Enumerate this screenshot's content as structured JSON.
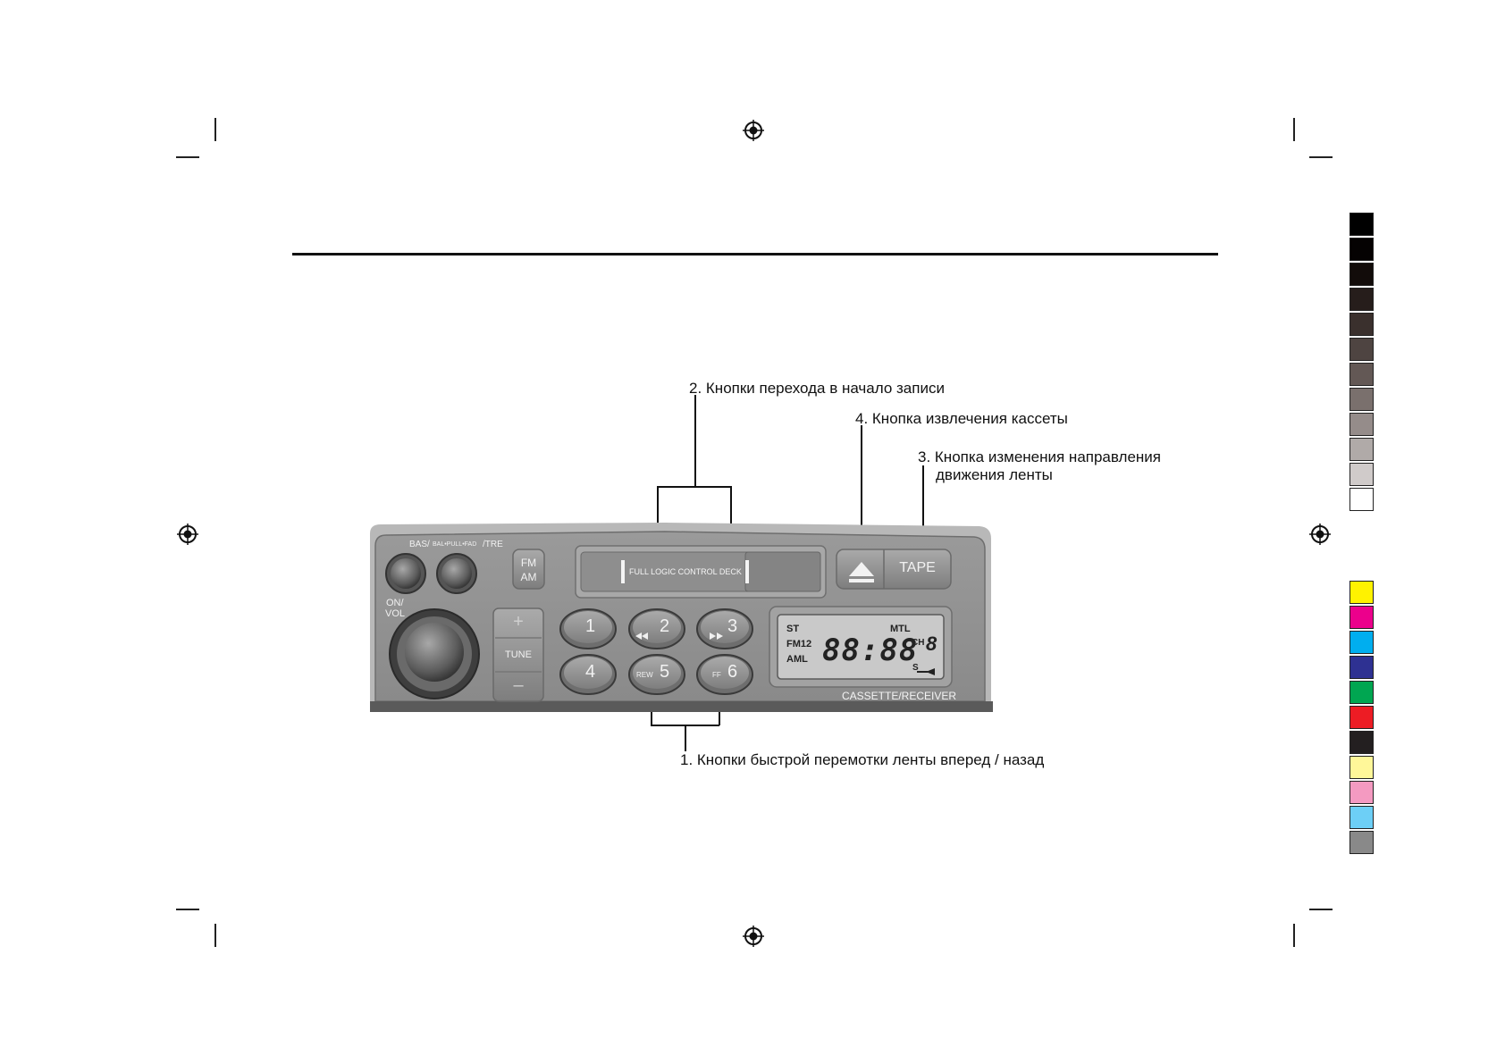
{
  "callouts": {
    "c2": "2. Кнопки перехода в начало записи",
    "c4": "4. Кнопка извлечения кассеты",
    "c3_line1": "3. Кнопка изменения направления",
    "c3_line2": "движения ленты",
    "c1": "1. Кнопки быстрой перемотки ленты вперед / назад"
  },
  "radio": {
    "bas_label": "BAS/",
    "bal_pull_fad_label": "BAL•PULL•FAD",
    "tre_label": "/TRE",
    "fm_label": "FM",
    "am_label": "AM",
    "deck_label": "FULL LOGIC CONTROL DECK",
    "tape_label": "TAPE",
    "on_label": "ON/",
    "vol_label": "VOL",
    "tune_plus": "+",
    "tune_label": "TUNE",
    "tune_minus": "–",
    "preset_1": "1",
    "preset_2": "2",
    "preset_3": "3",
    "preset_4": "4",
    "preset_5": "5",
    "preset_6": "6",
    "rew_label": "REW",
    "ff_label": "FF",
    "lcd": {
      "st": "ST",
      "mtl": "MTL",
      "fm12": "FM12",
      "aml": "AML",
      "digits": "88:88",
      "ch": "CH",
      "ch_digit": "8",
      "s": "S"
    },
    "model_label": "CASSETTE/RECEIVER"
  },
  "colors": {
    "gray_scale": [
      "#000000",
      "#050202",
      "#120c0a",
      "#261d1b",
      "#3a302d",
      "#4e4441",
      "#635855",
      "#7a706d",
      "#958c8a",
      "#b0aaa8",
      "#d0cbca",
      "#ffffff"
    ],
    "process": [
      "#fff200",
      "#ec008c",
      "#00aeef",
      "#2e3192",
      "#00a651",
      "#ed1c24",
      "#231f20",
      "#fff799",
      "#f49ac1",
      "#6dcff6",
      "#898989"
    ]
  }
}
